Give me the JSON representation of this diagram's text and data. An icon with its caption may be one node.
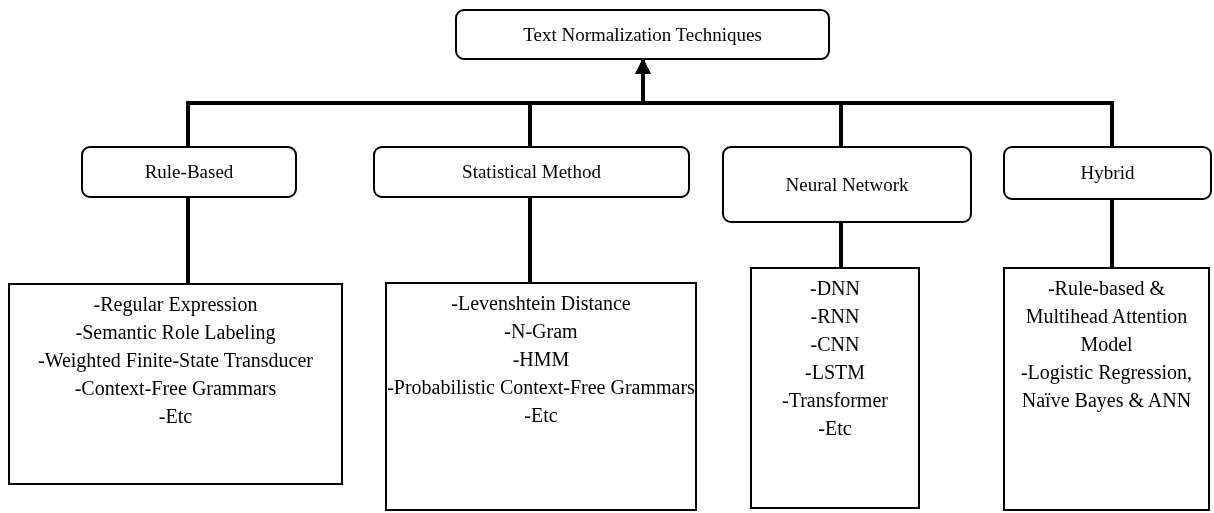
{
  "diagram": {
    "nodes": [
      {
        "text": [
          "Text Normalization Techniques"
        ]
      },
      {
        "text": [
          "Rule-Based"
        ]
      },
      {
        "text": [
          "Statistical Method"
        ]
      },
      {
        "text": [
          "Neural Network"
        ]
      },
      {
        "text": [
          "Hybrid"
        ]
      },
      {
        "text": [
          "-Regular Expression",
          "-Semantic Role Labeling",
          "-Weighted Finite-State Transducer",
          "-Context-Free Grammars",
          "-Etc"
        ]
      },
      {
        "text": [
          "-Levenshtein Distance",
          "-N-Gram",
          "-HMM",
          "-Probabilistic Context-Free Grammars",
          "-Etc"
        ]
      },
      {
        "text": [
          "-DNN",
          "-RNN",
          "-CNN",
          "-LSTM",
          "-Transformer",
          "-Etc"
        ]
      },
      {
        "text": [
          "-Rule-based & Multihead Attention Model",
          "-Logistic Regression, Naïve Bayes & ANN"
        ]
      }
    ],
    "edges": [
      {
        "from": 1,
        "to": 0,
        "arrow": "to"
      },
      {
        "from": 2,
        "to": 0,
        "arrow": "to"
      },
      {
        "from": 3,
        "to": 0,
        "arrow": "to"
      },
      {
        "from": 4,
        "to": 0,
        "arrow": "to"
      },
      {
        "from": 1,
        "to": 5,
        "arrow": "none"
      },
      {
        "from": 2,
        "to": 6,
        "arrow": "none"
      },
      {
        "from": 3,
        "to": 7,
        "arrow": "none"
      },
      {
        "from": 4,
        "to": 8,
        "arrow": "none"
      }
    ]
  }
}
